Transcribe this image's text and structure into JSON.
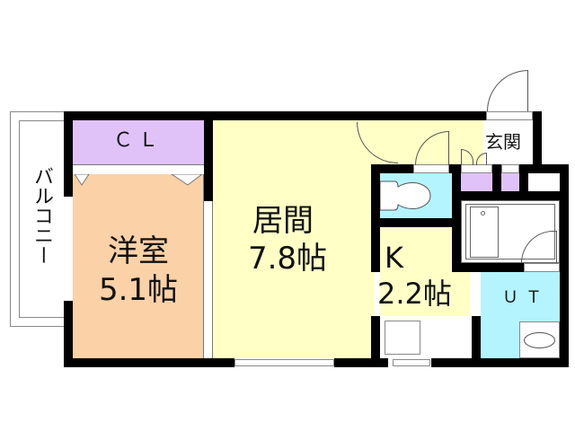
{
  "plan": {
    "rooms": [
      {
        "id": "balcony",
        "label": "バルコニー",
        "color": "#ffffff"
      },
      {
        "id": "closet",
        "label": "ＣＬ",
        "color": "#e0c2f8"
      },
      {
        "id": "western_room",
        "label": "洋室",
        "size": "5.1帖",
        "color": "#fbd1a7"
      },
      {
        "id": "living_room",
        "label": "居間",
        "size": "7.8帖",
        "color": "#ffffc6"
      },
      {
        "id": "kitchen",
        "label": "K",
        "size": "2.2帖",
        "color": "#ffffc6"
      },
      {
        "id": "entrance",
        "label": "玄関",
        "color": "#ffffff"
      },
      {
        "id": "toilet",
        "label": "",
        "color": "#b4f4ff"
      },
      {
        "id": "utility",
        "label": "ＵＴ",
        "color": "#b4f4ff"
      },
      {
        "id": "bath",
        "label": "",
        "color": "#ffffff"
      }
    ],
    "wall_color": "#000000"
  }
}
